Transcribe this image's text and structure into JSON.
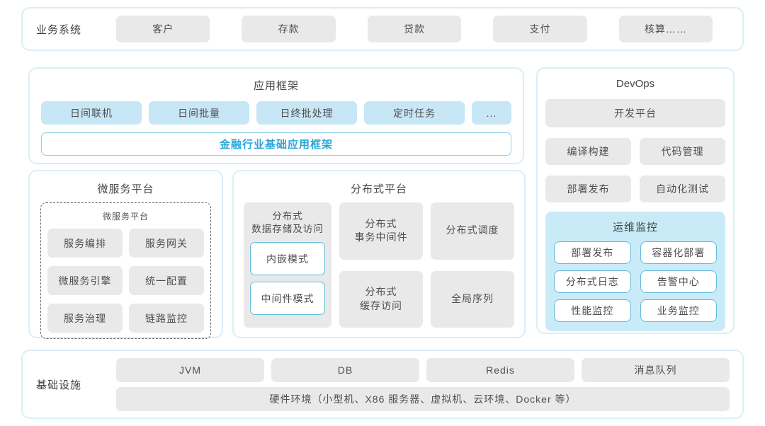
{
  "business_systems": {
    "label": "业务系统",
    "items": [
      "客户",
      "存款",
      "贷款",
      "支付",
      "核算……"
    ]
  },
  "app_framework": {
    "title": "应用框架",
    "items": [
      "日间联机",
      "日间批量",
      "日终批处理",
      "定时任务",
      "..."
    ],
    "base": "金融行业基础应用框架"
  },
  "microservice": {
    "title": "微服务平台",
    "inner_title": "微服务平台",
    "items": [
      "服务编排",
      "服务网关",
      "微服务引擎",
      "统一配置",
      "服务治理",
      "链路监控"
    ]
  },
  "distributed": {
    "title": "分布式平台",
    "storage": {
      "title": "分布式\n数据存储及访问",
      "modes": [
        "内嵌模式",
        "中间件模式"
      ]
    },
    "col2": [
      "分布式\n事务中间件",
      "分布式\n缓存访问"
    ],
    "col3": [
      "分布式调度",
      "全局序列"
    ]
  },
  "devops": {
    "title": "DevOps",
    "platform": "开发平台",
    "items": [
      "编译构建",
      "代码管理",
      "部署发布",
      "自动化测试"
    ],
    "monitoring": {
      "title": "运维监控",
      "items": [
        "部署发布",
        "容器化部署",
        "分布式日志",
        "告警中心",
        "性能监控",
        "业务监控"
      ]
    }
  },
  "infrastructure": {
    "label": "基础设施",
    "items": [
      "JVM",
      "DB",
      "Redis",
      "消息队列"
    ],
    "hardware": "硬件环境（小型机、X86 服务器、虚拟机、云环境、Docker 等）"
  },
  "colors": {
    "section_border": "#d8eff6",
    "gray_box": "#e9e9e9",
    "light_blue_box": "#c7e6f6",
    "monitoring_bg": "#c9ebf8",
    "accent_blue_border": "#62bcda",
    "accent_blue_text": "#2aa6d8"
  }
}
